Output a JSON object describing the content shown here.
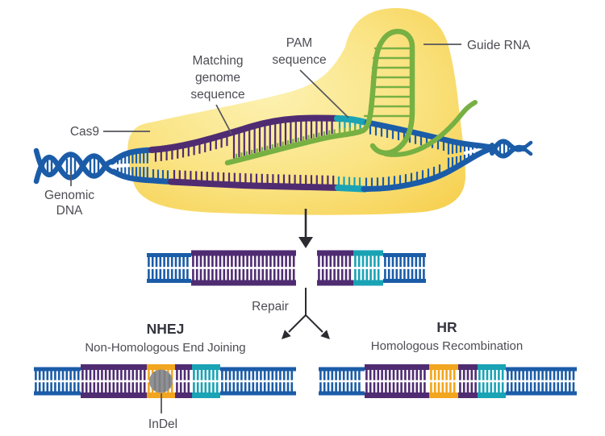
{
  "labels": {
    "cas9": "Cas9",
    "genomic_dna_line1": "Genomic",
    "genomic_dna_line2": "DNA",
    "matching_line1": "Matching",
    "matching_line2": "genome",
    "matching_line3": "sequence",
    "pam_line1": "PAM",
    "pam_line2": "sequence",
    "guide_rna": "Guide RNA",
    "repair": "Repair",
    "nhej_abbr": "NHEJ",
    "nhej_full": "Non-Homologous End Joining",
    "hr_abbr": "HR",
    "hr_full": "Homologous Recombination",
    "indel": "InDel"
  },
  "colors": {
    "dna_blue": "#1b5ca8",
    "purple": "#4f2c72",
    "teal": "#19a3b5",
    "green": "#77b043",
    "orange": "#f2a51e",
    "cas9_yellow_light": "#fcf1b0",
    "cas9_yellow_mid": "#fae382",
    "cas9_yellow_deep": "#f6cf4d",
    "indel_gray": "#909194",
    "indel_gray_dark": "#7e7f82",
    "label_gray": "#4c4c54",
    "heading_gray": "#35353f",
    "arrow_black": "#2b2b31"
  },
  "diagram": {
    "ladders": {
      "cut_left": {
        "segments": [
          {
            "c": "blue",
            "w": 55
          },
          {
            "c": "purple",
            "w": 130
          }
        ]
      },
      "cut_right": {
        "segments": [
          {
            "c": "purple",
            "w": 45
          },
          {
            "c": "teal",
            "w": 37
          },
          {
            "c": "blue",
            "w": 53
          }
        ]
      },
      "nhej": {
        "segments": [
          {
            "c": "blue",
            "w": 58
          },
          {
            "c": "purple",
            "w": 82
          },
          {
            "c": "orange",
            "w": 35
          },
          {
            "c": "purple",
            "w": 21
          },
          {
            "c": "teal",
            "w": 35
          },
          {
            "c": "blue",
            "w": 94
          }
        ]
      },
      "hr": {
        "segments": [
          {
            "c": "blue",
            "w": 57
          },
          {
            "c": "purple",
            "w": 80
          },
          {
            "c": "orange",
            "w": 36
          },
          {
            "c": "purple",
            "w": 24
          },
          {
            "c": "teal",
            "w": 35
          },
          {
            "c": "blue",
            "w": 88
          }
        ]
      }
    }
  }
}
